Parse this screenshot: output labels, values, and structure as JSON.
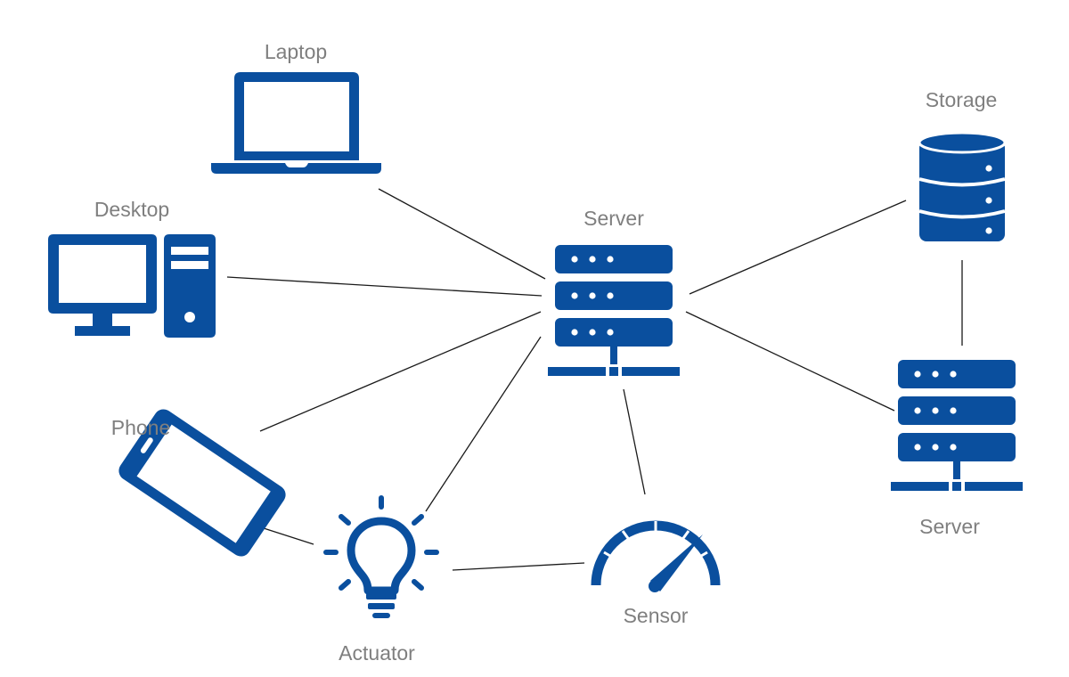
{
  "theme": {
    "icon_color": "#0a4f9e",
    "label_color": "#7f7f7f",
    "link_color": "#1a1a1a",
    "background": "#ffffff"
  },
  "nodes": {
    "laptop": {
      "label": "Laptop",
      "icon": "laptop-icon"
    },
    "desktop": {
      "label": "Desktop",
      "icon": "desktop-computer-icon"
    },
    "phone": {
      "label": "Phone",
      "icon": "smartphone-icon"
    },
    "actuator": {
      "label": "Actuator",
      "icon": "lightbulb-icon"
    },
    "sensor": {
      "label": "Sensor",
      "icon": "gauge-icon"
    },
    "server_main": {
      "label": "Server",
      "icon": "server-rack-icon"
    },
    "storage": {
      "label": "Storage",
      "icon": "database-icon"
    },
    "server_secondary": {
      "label": "Server",
      "icon": "server-rack-icon"
    }
  },
  "links": [
    [
      "laptop",
      "server_main"
    ],
    [
      "desktop",
      "server_main"
    ],
    [
      "phone",
      "server_main"
    ],
    [
      "actuator",
      "server_main"
    ],
    [
      "sensor",
      "server_main"
    ],
    [
      "storage",
      "server_main"
    ],
    [
      "server_secondary",
      "server_main"
    ],
    [
      "storage",
      "server_secondary"
    ],
    [
      "phone",
      "actuator"
    ],
    [
      "actuator",
      "sensor"
    ]
  ]
}
